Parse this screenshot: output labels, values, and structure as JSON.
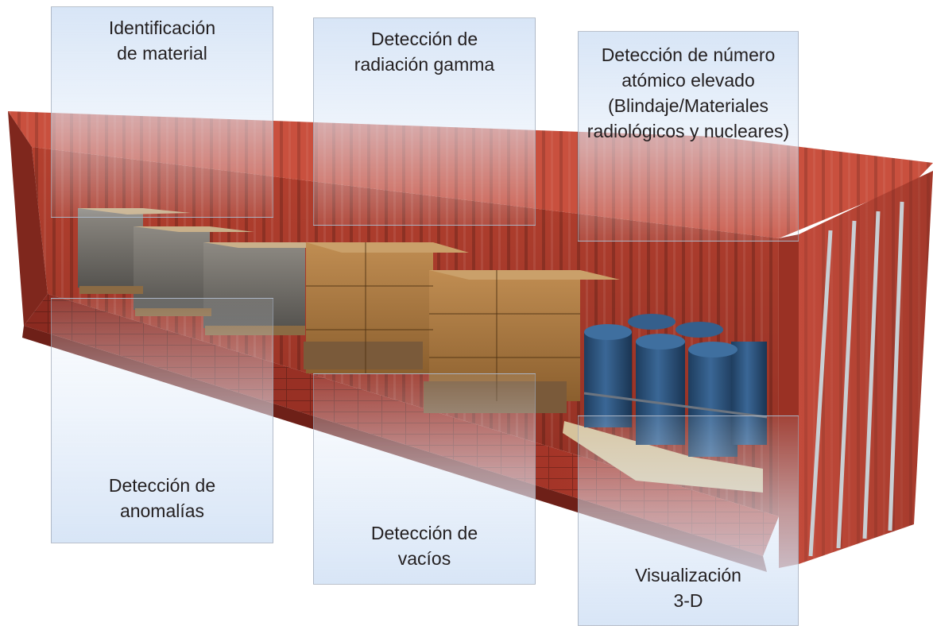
{
  "panels": {
    "material_identification": "Identificación\nde material",
    "gamma_radiation_detection": "Detección de\nradiación gamma",
    "high_z_detection": "Detección de número\natómico elevado\n(Blindaje/Materiales\nradiológicos y nucleares)",
    "anomaly_detection": "Detección de\nanomalías",
    "void_detection": "Detección de\nvacíos",
    "visualization_3d": "Visualización\n3-D"
  },
  "colors": {
    "container_red": "#c44a3a",
    "container_dark": "#8e2e22",
    "panel_blue": "#dbe7f6",
    "barrel_blue": "#2a4f78",
    "box_brown": "#a8773f"
  }
}
